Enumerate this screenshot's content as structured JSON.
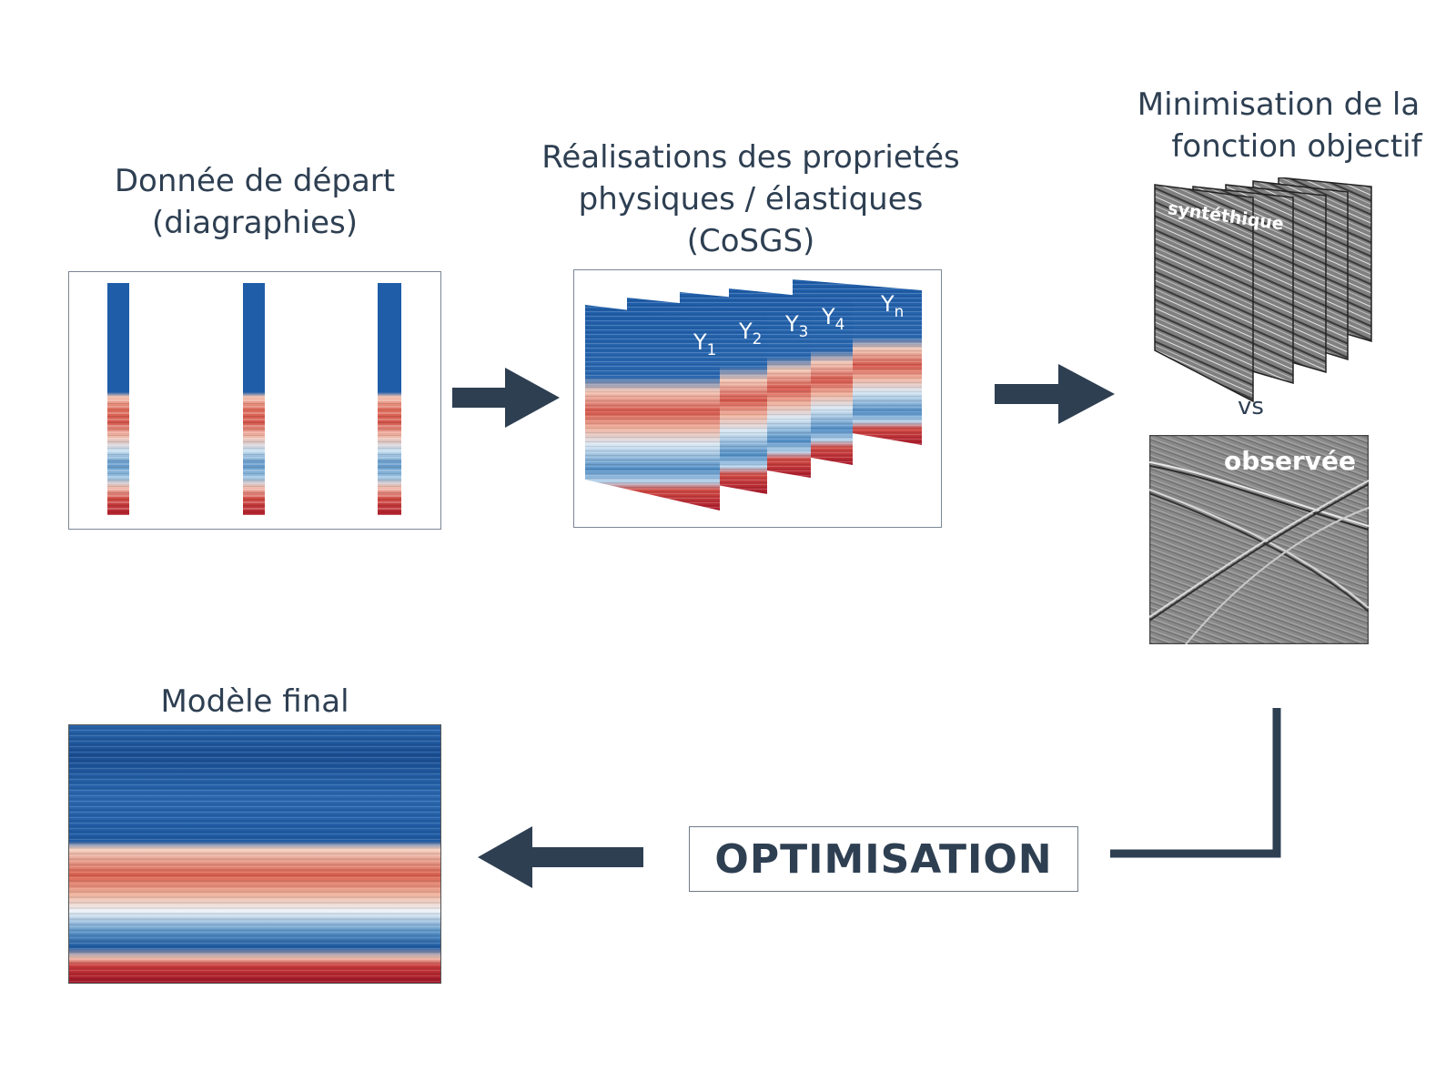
{
  "steps": {
    "start_data": {
      "lines": [
        "Donnée de départ",
        "(diagraphies)"
      ]
    },
    "realisations": {
      "lines": [
        "Réalisations des proprietés",
        "physiques / élastiques",
        "(CoSGS)"
      ],
      "realisation_labels": [
        {
          "base": "Y",
          "sub": "1"
        },
        {
          "base": "Y",
          "sub": "2"
        },
        {
          "base": "Y",
          "sub": "3"
        },
        {
          "base": "Y",
          "sub": "4"
        },
        {
          "base": "Y",
          "sub": "n"
        }
      ]
    },
    "objective": {
      "lines": [
        "Minimisation de la",
        "fonction objectif"
      ],
      "synthetic_label": "syntéthique",
      "vs_label": "vs",
      "observed_label": "observée"
    },
    "optimisation": {
      "label": "OPTIMISATION"
    },
    "final_model": {
      "label": "Modèle final"
    }
  },
  "colors": {
    "text": "#2e3f52",
    "arrow": "#2e3f52",
    "blue_deep": "#1f5da8",
    "blue_light": "#c8dff0",
    "red": "#d4554a",
    "red_deep": "#b01e2b",
    "seismic_gray": "#7d7d7d"
  }
}
